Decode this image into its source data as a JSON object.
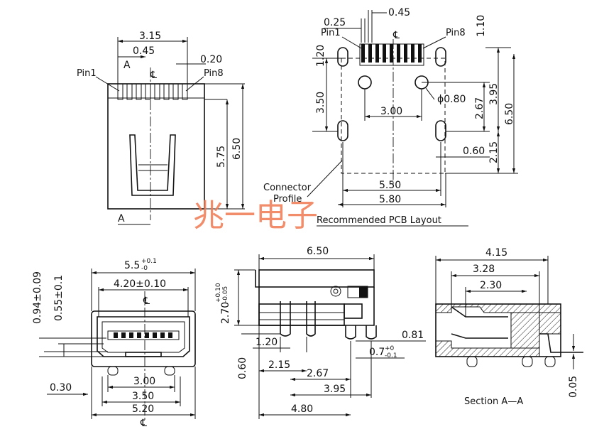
{
  "watermark": "兆一电子",
  "centerline_symbol": "℄",
  "views": {
    "top": {
      "dims": [
        "3.15",
        "0.45",
        "0.20",
        "5.75",
        "6.50"
      ],
      "labels": {
        "pin1": "Pin1",
        "pin8": "Pin8",
        "section_mark": "A"
      }
    },
    "pcb": {
      "dims": [
        "0.25",
        "0.45",
        "1.10",
        "1.20",
        "3.50",
        "3.00",
        "ϕ0.80",
        "3.95",
        "6.50",
        "2.67",
        "0.60",
        "2.15",
        "5.50",
        "5.80"
      ],
      "labels": {
        "pin1": "Pin1",
        "pin8": "Pin8",
        "connector_line1": "Connector",
        "connector_line2": "Profile",
        "title": "Recommended PCB Layout"
      }
    },
    "front": {
      "dims": {
        "width_main": "5.5",
        "width_tol_up": "+0.1",
        "width_tol_dn": "-0",
        "opening": "4.20±0.10",
        "height_a": "0.94±0.09",
        "height_b": "0.55±0.1",
        "d300": "3.00",
        "d350": "3.50",
        "d520": "5.20",
        "d030": "0.30"
      }
    },
    "side": {
      "dims": {
        "d650": "6.50",
        "h270": "2.70",
        "h270_up": "+0.10",
        "h270_dn": "-0.05",
        "d120": "1.20",
        "d060": "0.60",
        "d215": "2.15",
        "d267": "2.67",
        "d395": "3.95",
        "d480": "4.80",
        "d081": "0.81",
        "d07": "0.7",
        "d07_up": "+0",
        "d07_dn": "-0.1"
      }
    },
    "section": {
      "dims": [
        "4.15",
        "3.28",
        "2.30",
        "0.05"
      ],
      "title": "Section A—A"
    }
  }
}
